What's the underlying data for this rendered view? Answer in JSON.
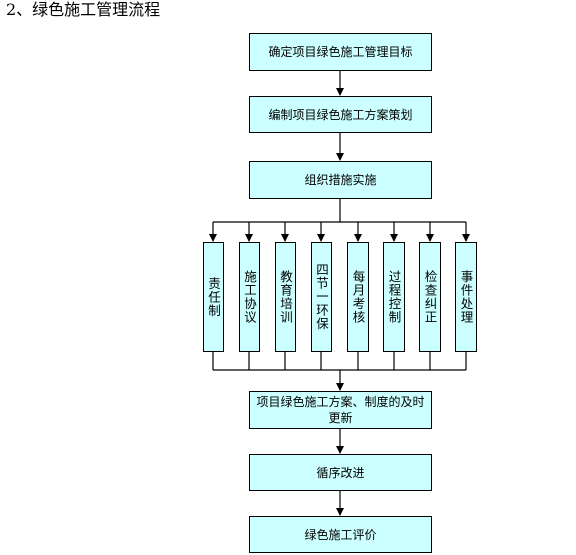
{
  "heading": "2、绿色施工管理流程",
  "flow": {
    "step1": "确定项目绿色施工管理目标",
    "step2": "编制项目绿色施工方案策划",
    "step3": "组织措施实施",
    "measures": [
      "责任制",
      "施工协议",
      "教育培训",
      "四节一环保",
      "每月考核",
      "过程控制",
      "检查纠正",
      "事件处理"
    ],
    "step4": "项目绿色施工方案、制度的及时更新",
    "step5": "循序改进",
    "step6": "绿色施工评价"
  }
}
